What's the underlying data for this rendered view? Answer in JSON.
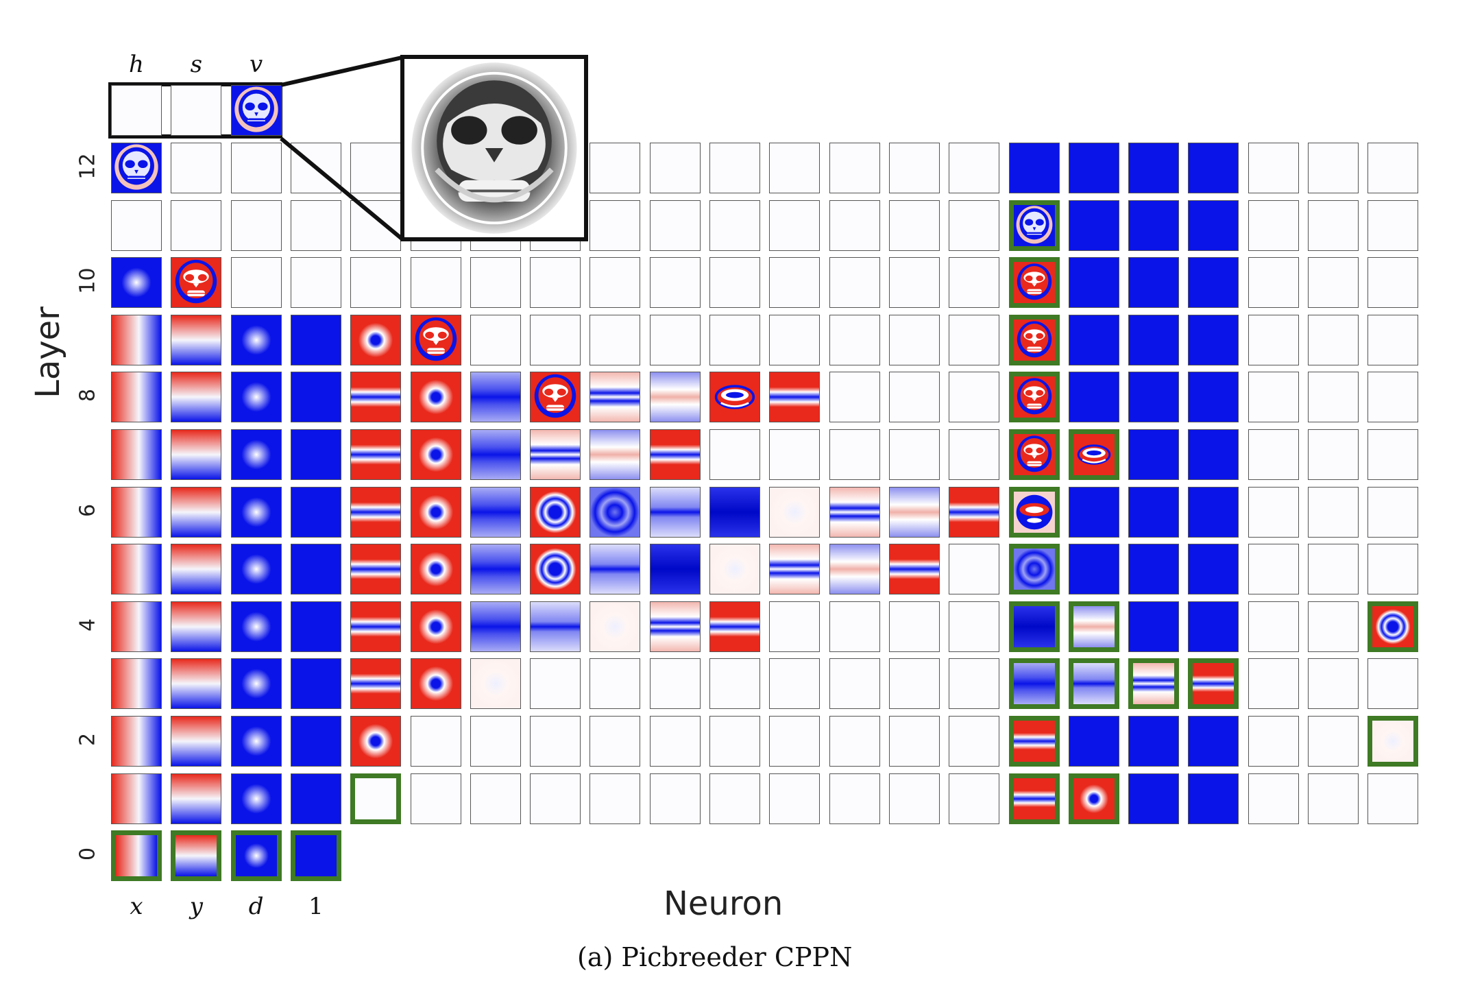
{
  "caption": "(a) Picbreeder CPPN",
  "axis": {
    "y_title": "Layer",
    "x_title": "Neuron"
  },
  "output_labels": [
    "h",
    "s",
    "v"
  ],
  "input_labels": [
    "x",
    "y",
    "d",
    "1"
  ],
  "row_labels": [
    {
      "layer": 12,
      "text": "12"
    },
    {
      "layer": 10,
      "text": "10"
    },
    {
      "layer": 8,
      "text": "8"
    },
    {
      "layer": 6,
      "text": "6"
    },
    {
      "layer": 4,
      "text": "4"
    },
    {
      "layer": 2,
      "text": "2"
    },
    {
      "layer": 0,
      "text": "0"
    }
  ],
  "colors": {
    "red": "#e8291c",
    "blue": "#0a14e8",
    "white": "#f5f5fb",
    "highlight": "#3f7a24",
    "empty": "#fcfcff"
  },
  "layers": [
    {
      "layer": 12,
      "cells": [
        "skull",
        "empty",
        "empty",
        "empty",
        "empty",
        "empty",
        "empty",
        "empty",
        "empty",
        "empty",
        "empty",
        "empty",
        "empty",
        "empty",
        "empty",
        "blue",
        "blue",
        "blue",
        "blue",
        "empty",
        "empty",
        "empty"
      ]
    },
    {
      "layer": 11,
      "cells": [
        "empty",
        "empty",
        "empty",
        "empty",
        "empty",
        "empty",
        "empty",
        "empty",
        "empty",
        "empty",
        "empty",
        "empty",
        "empty",
        "empty",
        "empty",
        "skull*",
        "blue",
        "blue",
        "blue",
        "empty",
        "empty",
        "empty"
      ]
    },
    {
      "layer": 10,
      "cells": [
        "blob",
        "skull_red",
        "empty",
        "empty",
        "empty",
        "empty",
        "empty",
        "empty",
        "empty",
        "empty",
        "empty",
        "empty",
        "empty",
        "empty",
        "empty",
        "skull_red*",
        "blue",
        "blue",
        "blue",
        "empty",
        "empty",
        "empty"
      ]
    },
    {
      "layer": 9,
      "cells": [
        "xgrad",
        "ygrad",
        "blob",
        "blue",
        "dot",
        "skull_red",
        "empty",
        "empty",
        "empty",
        "empty",
        "empty",
        "empty",
        "empty",
        "empty",
        "empty",
        "skull_red*",
        "blue",
        "blue",
        "blue",
        "empty",
        "empty",
        "empty"
      ]
    },
    {
      "layer": 8,
      "cells": [
        "xgrad",
        "ygrad",
        "blob",
        "blue",
        "hband",
        "dot",
        "hblue",
        "skull_red",
        "hband_light",
        "hband_pale",
        "face_red",
        "hband",
        "empty",
        "empty",
        "empty",
        "skull_red*",
        "blue",
        "blue",
        "blue",
        "empty",
        "empty",
        "empty"
      ]
    },
    {
      "layer": 7,
      "cells": [
        "xgrad",
        "ygrad",
        "blob",
        "blue",
        "hband",
        "dot",
        "hblue",
        "hband_light",
        "hband_pale",
        "hband",
        "empty",
        "empty",
        "empty",
        "empty",
        "empty",
        "skull_red*",
        "face_red*",
        "blue",
        "blue",
        "empty",
        "empty",
        "empty"
      ]
    },
    {
      "layer": 6,
      "cells": [
        "xgrad",
        "ygrad",
        "blob",
        "blue",
        "hband",
        "dot",
        "hblue",
        "ring",
        "ring_soft",
        "hblue_light",
        "blue_soft",
        "faint",
        "hband_light",
        "hband_pale",
        "hband",
        "eye*",
        "blue",
        "blue",
        "blue",
        "empty",
        "empty",
        "empty"
      ]
    },
    {
      "layer": 5,
      "cells": [
        "xgrad",
        "ygrad",
        "blob",
        "blue",
        "hband",
        "dot",
        "hblue",
        "ring",
        "hblue_light",
        "blue_soft",
        "faint",
        "hband_light",
        "hband_pale",
        "hband",
        "empty",
        "ring_soft*",
        "blue",
        "blue",
        "blue",
        "empty",
        "empty",
        "empty"
      ]
    },
    {
      "layer": 4,
      "cells": [
        "xgrad",
        "ygrad",
        "blob",
        "blue",
        "hband",
        "dot",
        "hblue",
        "hblue_light",
        "faint",
        "hband_light",
        "hband",
        "empty",
        "empty",
        "empty",
        "empty",
        "blue_soft*",
        "hband_pale*",
        "blue",
        "blue",
        "empty",
        "empty",
        "ring*"
      ]
    },
    {
      "layer": 3,
      "cells": [
        "xgrad",
        "ygrad",
        "blob",
        "blue",
        "hband",
        "dot",
        "faint",
        "empty",
        "empty",
        "empty",
        "empty",
        "empty",
        "empty",
        "empty",
        "empty",
        "hblue*",
        "hblue_light*",
        "hband_light*",
        "hband*",
        "empty",
        "empty",
        "empty"
      ]
    },
    {
      "layer": 2,
      "cells": [
        "xgrad",
        "ygrad",
        "blob",
        "blue",
        "dot",
        "empty",
        "empty",
        "empty",
        "empty",
        "empty",
        "empty",
        "empty",
        "empty",
        "empty",
        "empty",
        "hband*",
        "blue",
        "blue",
        "blue",
        "empty",
        "empty",
        "faint*"
      ]
    },
    {
      "layer": 1,
      "cells": [
        "xgrad",
        "ygrad",
        "blob",
        "blue",
        "empty*",
        "empty",
        "empty",
        "empty",
        "empty",
        "empty",
        "empty",
        "empty",
        "empty",
        "empty",
        "empty",
        "hband*",
        "dot*",
        "blue",
        "blue",
        "empty",
        "empty",
        "empty"
      ]
    },
    {
      "layer": 0,
      "cells": [
        "xgrad*",
        "ygrad*",
        "blob*",
        "blue*"
      ]
    }
  ],
  "output_row": [
    "empty",
    "empty",
    "skull"
  ],
  "zoom_pattern": "skull_gray"
}
